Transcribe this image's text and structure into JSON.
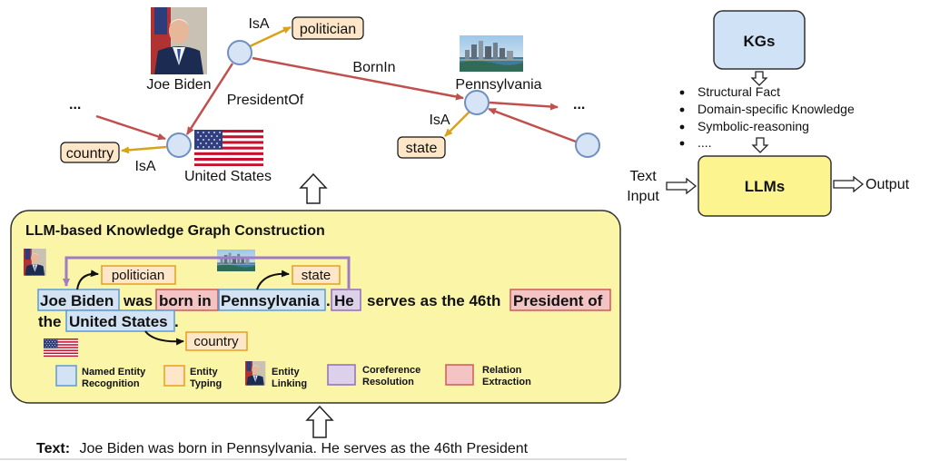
{
  "graph": {
    "nodes": {
      "joe_biden": "Joe Biden",
      "united_states": "United States",
      "pennsylvania": "Pennsylvania",
      "left_ellipsis": "...",
      "right_ellipsis": "..."
    },
    "types": {
      "politician": "politician",
      "country": "country",
      "state": "state"
    },
    "relations": {
      "isa_top": "IsA",
      "isa_us": "IsA",
      "isa_pa": "IsA",
      "born_in": "BornIn",
      "president_of": "PresidentOf"
    }
  },
  "construction": {
    "title": "LLM-based Knowledge Graph Construction",
    "sentence": {
      "joe_biden": "Joe Biden",
      "was": "was",
      "born_in": "born in",
      "pennsylvania": "Pennsylvania",
      "period1": ".",
      "he": "He",
      "serves": "serves as the 46th",
      "president_of": "President of",
      "the": "the",
      "united_states": "United States",
      "period2": "."
    },
    "tags": {
      "politician": "politician",
      "state": "state",
      "country": "country"
    },
    "legend": [
      {
        "line1": "Named Entity",
        "line2": "Recognition",
        "fill": "#d3e3f3",
        "stroke": "#5b9bd5"
      },
      {
        "line1": "Entity",
        "line2": "Typing",
        "fill": "#fde7c8",
        "stroke": "#e6a020"
      },
      {
        "line1": "Entity",
        "line2": "Linking",
        "fill": "",
        "stroke": ""
      },
      {
        "line1": "Coreference",
        "line2": "Resolution",
        "fill": "#dcd0ea",
        "stroke": "#8f6fb5"
      },
      {
        "line1": "Relation",
        "line2": "Extraction",
        "fill": "#f4c4c4",
        "stroke": "#d05a5a"
      }
    ]
  },
  "input_text": {
    "label": "Text:",
    "value": "Joe Biden was born in Pennsylvania. He serves as the 46th President"
  },
  "right_panel": {
    "kgs": "KGs",
    "bullets": [
      "Structural Fact",
      "Domain-specific Knowledge",
      "Symbolic-reasoning",
      "...."
    ],
    "llms": "LLMs",
    "text_input_line1": "Text",
    "text_input_line2": "Input",
    "output": "Output"
  },
  "colors": {
    "relation_arrow": "#c0504d",
    "type_arrow": "#d9a21b",
    "node_fill": "#d6e4f5",
    "node_stroke": "#6f8fbf",
    "panel_fill": "#fbf5a8",
    "kgs_fill": "#cfe2f6",
    "llms_fill": "#fbf48f",
    "coref_line": "#a07cc5"
  }
}
